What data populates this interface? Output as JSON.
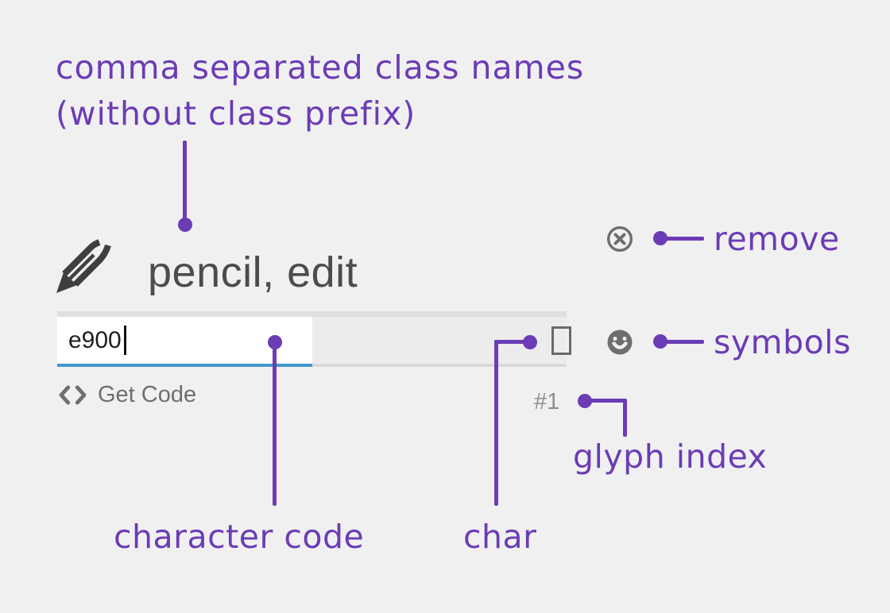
{
  "colors": {
    "background": "#f0f0f1",
    "annotation_purple": "#6b3cb5",
    "icon_gray": "#6e6e6e",
    "glyph_icon_dark": "#3f3f3f",
    "title_gray": "#4c4c4c",
    "muted_gray": "#8f8f8f",
    "input_focus_underline": "#4298c8",
    "input_rest_underline": "#d9d9d9"
  },
  "annotations": {
    "class_names_line1": "comma separated class names",
    "class_names_line2": "(without class prefix)",
    "remove": "remove",
    "symbols": "symbols",
    "character_code": "character code",
    "char": "char",
    "glyph_index": "glyph index"
  },
  "glyph_row": {
    "names_value": "pencil, edit",
    "character_code_value": "e900",
    "get_code_label": "Get Code",
    "glyph_index_value": "#1"
  },
  "icons": {
    "glyph_preview": "pencil-icon",
    "remove": "circled-x-icon",
    "symbols": "smiley-face-icon",
    "get_code": "code-brackets-icon",
    "char_display": "missing-glyph-box"
  }
}
